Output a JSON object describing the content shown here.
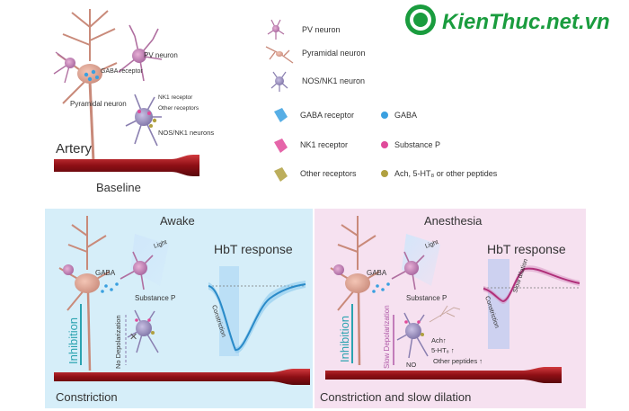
{
  "watermark": {
    "brand_text": "KienThuc.net.vn",
    "brand_color": "#1a9c3e"
  },
  "baseline": {
    "labels": {
      "pv_neuron": "PV neuron",
      "gaba_receptor": "GABA receptor",
      "pyramidal_neuron": "Pyramidal neuron",
      "nk1_receptor": "NK1 receptor",
      "other_receptors": "Other receptors",
      "nos_nk1_neurons": "NOS/NK1 neurons",
      "artery": "Artery",
      "caption": "Baseline"
    }
  },
  "legend": {
    "items": [
      {
        "icon": "pv-neuron-icon",
        "label": "PV neuron"
      },
      {
        "icon": "pyramidal-neuron-icon",
        "label": "Pyramidal neuron"
      },
      {
        "icon": "nos-nk1-neuron-icon",
        "label": "NOS/NK1 neuron"
      }
    ],
    "receptor_rows": [
      {
        "receptor": "GABA receptor",
        "ligand": "GABA",
        "color": "#3aa0e0"
      },
      {
        "receptor": "NK1 receptor",
        "ligand": "Substance P",
        "color": "#e04a9a"
      },
      {
        "receptor": "Other receptors",
        "ligand": "Ach, 5-HT₈ or other peptides",
        "color": "#b0a040"
      }
    ]
  },
  "awake": {
    "title": "Awake",
    "bg_color": "#d6eef9",
    "light": "Light",
    "gaba": "GABA",
    "substance_p": "Substance P",
    "inhibition": "Inhibition",
    "no_depolarization": "No Depolarization",
    "caption": "Constriction",
    "hbt_title": "HbT response",
    "curve_label": "Constriction"
  },
  "anesthesia": {
    "title": "Anesthesia",
    "bg_color": "#f6e1f0",
    "light": "Light",
    "gaba": "GABA",
    "substance_p": "Substance P",
    "inhibition": "Inhibition",
    "slow_depolarization": "Slow Depolarization",
    "ach": "Ach↑",
    "ht": "5-HT₈ ↑",
    "other_peptides": "Other peptides ↑",
    "no": "NO",
    "caption": "Constriction and slow dilation",
    "hbt_title": "HbT response",
    "curve_label_constriction": "Constriction",
    "curve_label_dilation": "Slow dilation"
  },
  "colors": {
    "neuron": "#c98a7a",
    "pv": "#b06fa0",
    "nos": "#8a7fb0",
    "artery": "#a0151c",
    "inhibition": "#2aa3b0",
    "slow_depol": "#b05aa8",
    "awake_curve": "#2a8ac8",
    "anesthesia_curve": "#b0307a"
  }
}
